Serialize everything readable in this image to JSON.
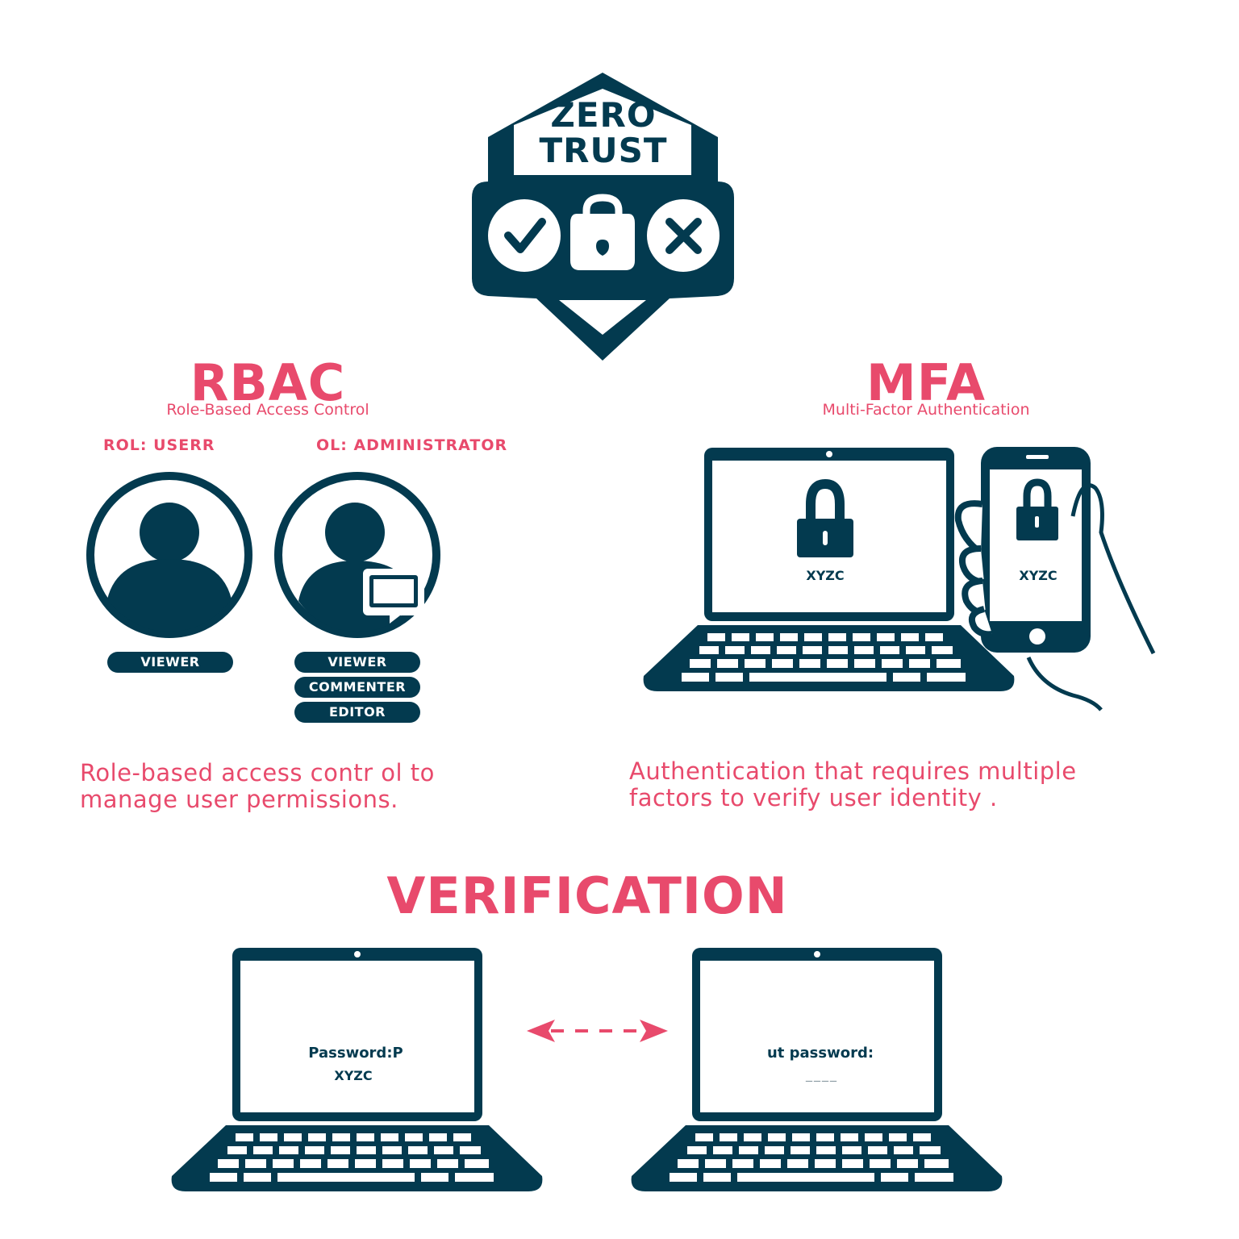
{
  "badge": {
    "line1": "ZERO",
    "line2": "TRUST",
    "icons": [
      "check-icon",
      "padlock-icon",
      "x-icon"
    ]
  },
  "rbac": {
    "title": "RBAC",
    "subtitle": "Role-Based Access Control",
    "user_role_label": "ROL: USERR",
    "admin_role_label": "OL: ADMINISTRATOR",
    "user_permissions": [
      "VIEWER"
    ],
    "admin_permissions": [
      "VIEWER",
      "COMMENTER",
      "EDITOR"
    ],
    "description_line1": "Role-based access contr ol to",
    "description_line2": "manage user permissions."
  },
  "mfa": {
    "title": "MFA",
    "subtitle": "Multi-Factor Authentication",
    "laptop_code": "XYZC",
    "phone_code": "XYZC",
    "description_line1": "Authentication that requires multiple",
    "description_line2": "factors to verify user identity ."
  },
  "verification": {
    "title": "VERIFICATION",
    "left_line1": "Password:P",
    "left_line2": "XYZC",
    "right_line1": "ut password:",
    "right_line2": "____"
  },
  "colors": {
    "navy": "#033a4f",
    "pink": "#e84a6c",
    "background": "#ffffff"
  }
}
